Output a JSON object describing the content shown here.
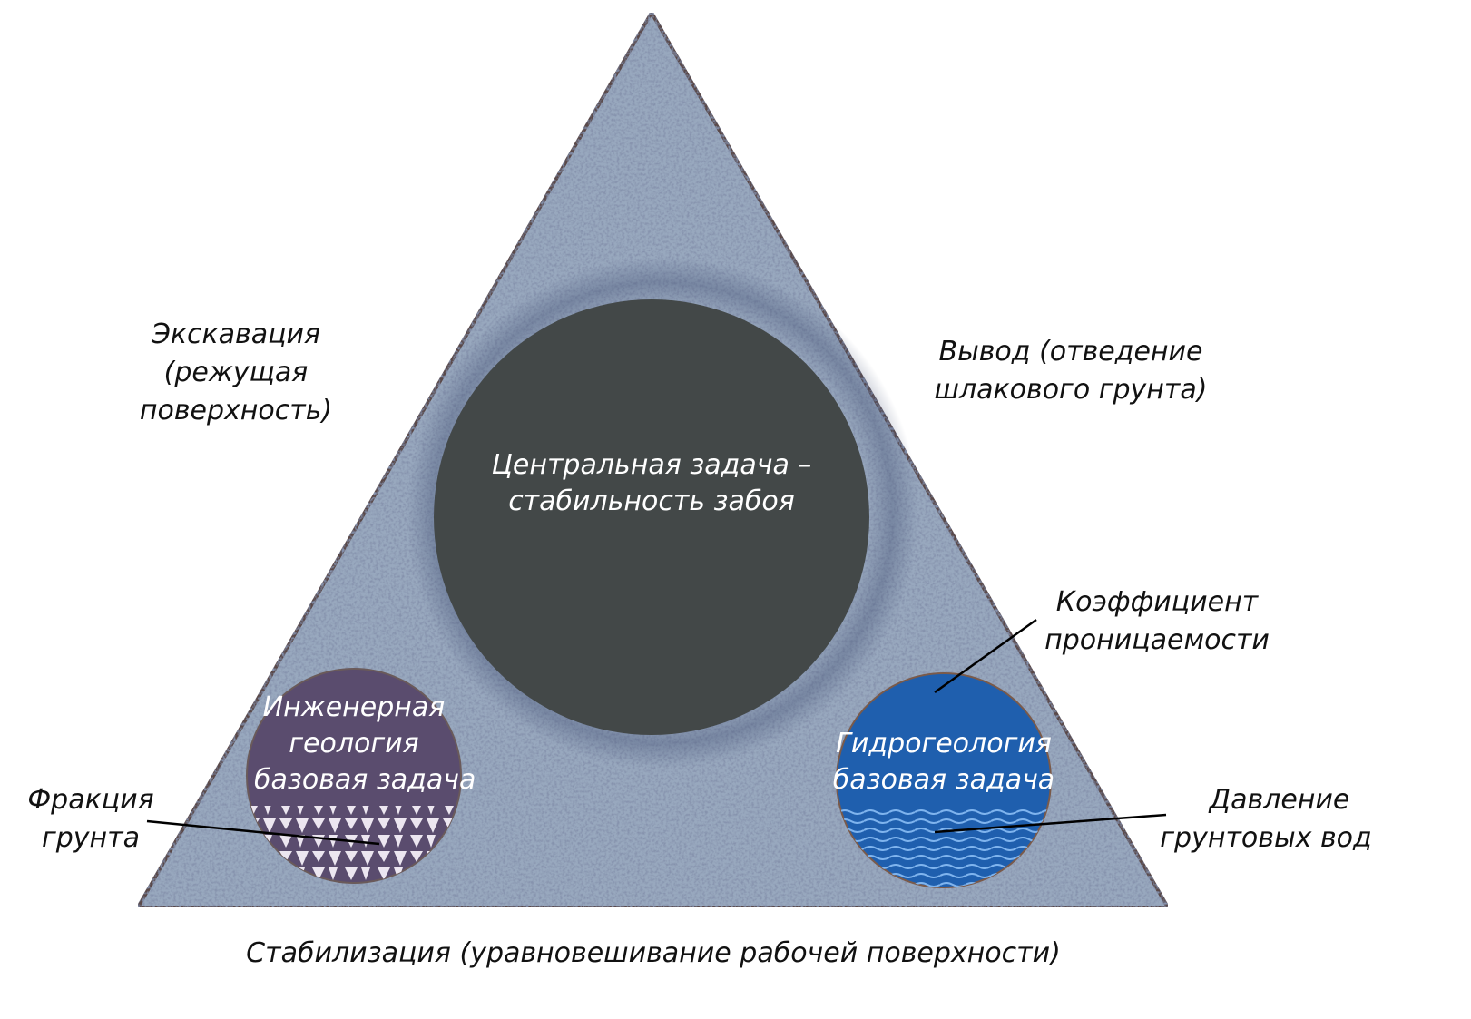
{
  "diagram": {
    "title": "Stability triangle of tunnel face",
    "colors": {
      "triangle_fill": "#8fa0b8",
      "triangle_speckle": "#3c4a6a",
      "triangle_border": "#5a4a4a",
      "central_circle": "#434848",
      "geology_circle": "#5a4c6e",
      "hydro_circle": "#1f5fae",
      "label_text": "#111111",
      "inner_text": "#ffffff"
    },
    "vertices": {
      "left": {
        "lines": [
          "Экскавация",
          "(режущая",
          "поверхность)"
        ]
      },
      "right": {
        "lines": [
          "Вывод (отведение",
          "шлакового грунта)"
        ]
      },
      "bottom": {
        "lines": [
          "Стабилизация (уравновешивание рабочей поверхности)"
        ]
      }
    },
    "central": {
      "lines": [
        "Центральная задача –",
        "стабильность забоя"
      ]
    },
    "geology": {
      "lines": [
        "Инженерная",
        "геология",
        "базовая задача"
      ],
      "pattern": "triangles"
    },
    "hydro": {
      "lines": [
        "Гидрогеология",
        "базовая задача"
      ],
      "pattern": "waves"
    },
    "callouts": {
      "soil_fraction": {
        "lines": [
          "Фракция",
          "грунта"
        ]
      },
      "permeability": {
        "lines": [
          "Коэффициент",
          "проницаемости"
        ]
      },
      "groundwater_pressure": {
        "lines": [
          "Давление",
          "грунтовых вод"
        ]
      }
    }
  }
}
